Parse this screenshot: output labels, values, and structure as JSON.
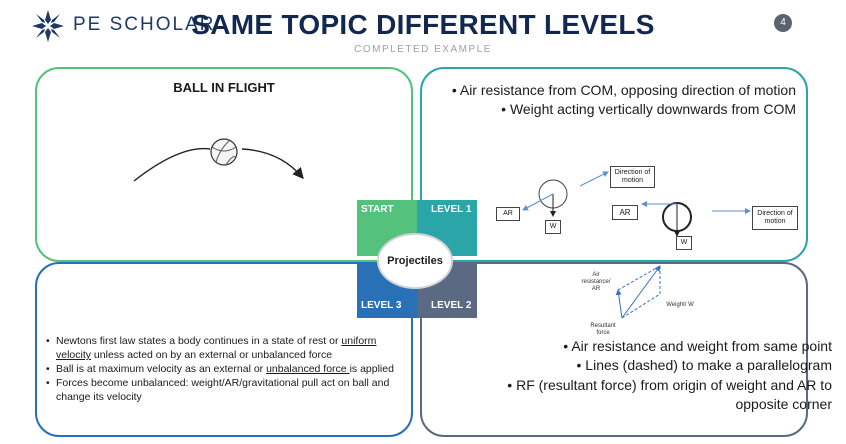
{
  "header": {
    "logo_text": "PE SCHOLAR",
    "title": "SAME TOPIC DIFFERENT LEVELS",
    "subtitle": "COMPLETED EXAMPLE",
    "page_number": "4"
  },
  "center": {
    "label": "Projectiles",
    "start": "START",
    "level1": "LEVEL 1",
    "level2": "LEVEL 2",
    "level3": "LEVEL 3"
  },
  "start_panel": {
    "title": "BALL IN FLIGHT"
  },
  "level1_panel": {
    "bullets": [
      "Air resistance from COM, opposing direction of motion",
      "Weight acting vertically downwards from COM"
    ],
    "diagram": {
      "direction_label": "Direction of motion",
      "ar": "AR",
      "w": "W"
    }
  },
  "level2_panel": {
    "diagram": {
      "air_resistance": "Air resistance/ AR",
      "weight": "Weight/ W",
      "resultant": "Resultant force"
    },
    "bullets": [
      "Air resistance and weight from same point",
      "Lines (dashed) to make a parallelogram",
      "RF (resultant force) from origin of weight and AR to opposite corner"
    ]
  },
  "level3_panel": {
    "b1_a": "Newtons first law states a body continues in a state of rest or ",
    "b1_u": "uniform velocity",
    "b1_b": " unless acted on by an external or unbalanced force",
    "b2_a": "Ball is at maximum velocity as an external or ",
    "b2_u": "unbalanced force ",
    "b2_b": "is applied",
    "b3": "Forces become unbalanced: weight/AR/gravitational pull act on ball and change its velocity"
  },
  "colors": {
    "start": "#54c27c",
    "level1": "#2aa5a8",
    "level2": "#5b6a82",
    "level3": "#2a70b6",
    "title": "#13284f"
  }
}
